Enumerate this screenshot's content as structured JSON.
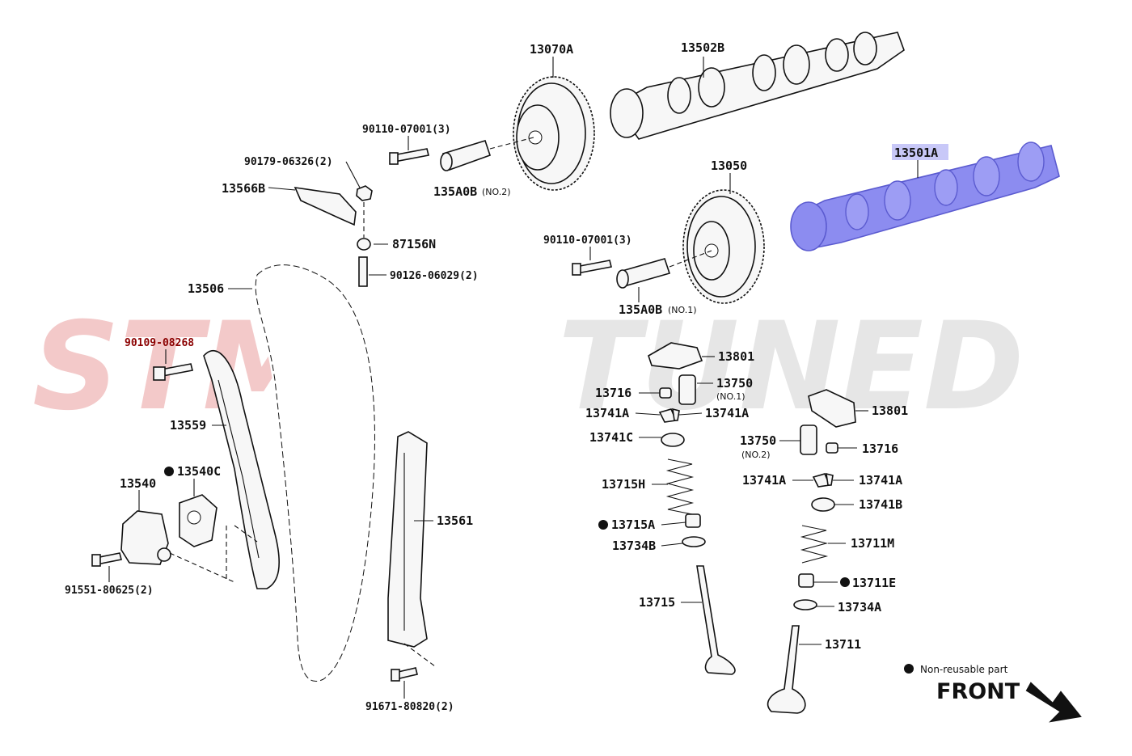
{
  "watermark": {
    "left": "STM",
    "right": "TUNED",
    "left_color": "#f3c9c9",
    "right_color": "#e6e6e6"
  },
  "highlight_color": "#8c8cf0",
  "labels": {
    "p13070A": "13070A",
    "p13502B": "13502B",
    "p13501A": "13501A",
    "p90110_a": "90110-07001(3)",
    "p90179": "90179-06326(2)",
    "p13566B": "13566B",
    "p135A0B_2": "135A0B",
    "p135A0B_2_sub": "(NO.2)",
    "p13050": "13050",
    "p87156N": "87156N",
    "p90126": "90126-06029(2)",
    "p90110_b": "90110-07001(3)",
    "p13506": "13506",
    "p135A0B_1": "135A0B",
    "p135A0B_1_sub": "(NO.1)",
    "p90109": "90109-08268",
    "p13801_a": "13801",
    "p13750_a": "13750",
    "p13750_a_sub": "(NO.1)",
    "p13716_a": "13716",
    "p13741A_a": "13741A",
    "p13741A_b": "13741A",
    "p13559": "13559",
    "p13801_b": "13801",
    "p13741C": "13741C",
    "p13750_b": "13750",
    "p13750_b_sub": "(NO.2)",
    "p13716_b": "13716",
    "p13540C": "13540C",
    "p13540": "13540",
    "p13715H": "13715H",
    "p13741A_c": "13741A",
    "p13741A_d": "13741A",
    "p13741B": "13741B",
    "p13561": "13561",
    "p13715A": "13715A",
    "p13734B": "13734B",
    "p13711M": "13711M",
    "p91551": "91551-80625(2)",
    "p13711E": "13711E",
    "p13715": "13715",
    "p13734A": "13734A",
    "p13711": "13711",
    "p91671": "91671-80820(2)"
  },
  "legend": {
    "non_reusable": "Non-reusable part"
  },
  "front": "FRONT"
}
